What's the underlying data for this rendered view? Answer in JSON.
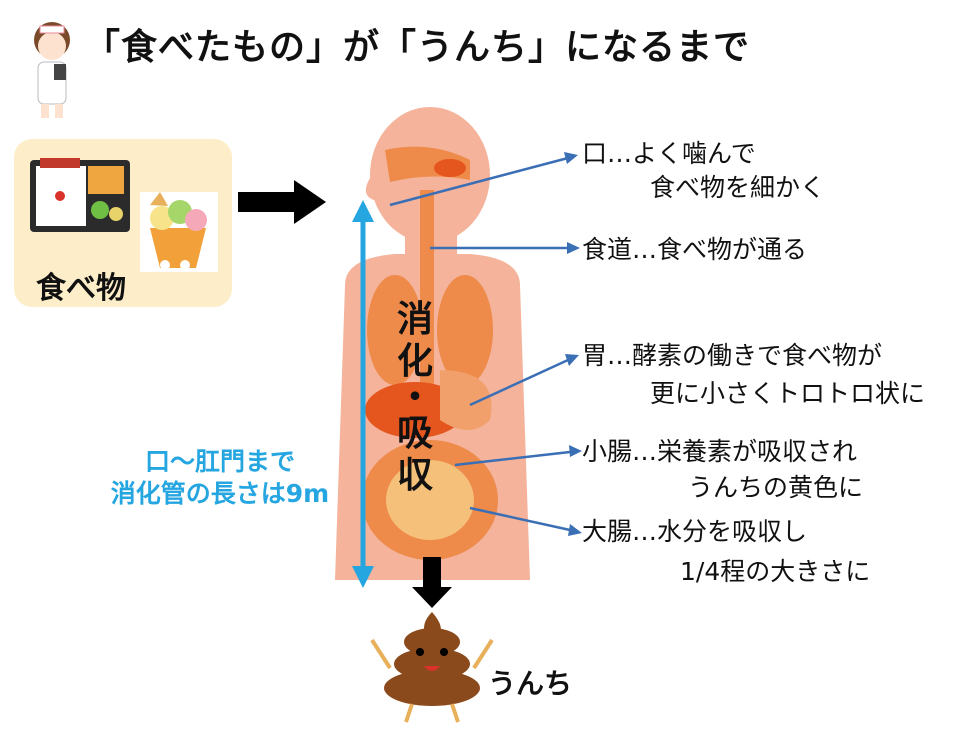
{
  "title": "「食べたもの」が「うんち」になるまで",
  "food": {
    "label": "食べ物"
  },
  "organs": [
    {
      "line1": "口…よく噛んで",
      "line2": "食べ物を細かく"
    },
    {
      "line1": "食道…食べ物が通る",
      "line2": ""
    },
    {
      "line1": "胃…酵素の働きで食べ物が",
      "line2": "更に小さくトロトロ状に"
    },
    {
      "line1": "小腸…栄養素が吸収され",
      "line2": "うんちの黄色に"
    },
    {
      "line1": "大腸…水分を吸収し",
      "line2": "1/4程の大きさに"
    }
  ],
  "process": {
    "chars": [
      "消",
      "化",
      "・",
      "吸",
      "収"
    ]
  },
  "length_note": {
    "line1": "口～肛門まで",
    "line2": "消化管の長さは9m"
  },
  "result": {
    "label": "うんち"
  },
  "colors": {
    "accent_blue": "#25a6e0",
    "pointer_blue": "#3b6fb5",
    "body": "#f4b39a",
    "organ": "#ee8a4a",
    "stomach": "#e5561e"
  }
}
